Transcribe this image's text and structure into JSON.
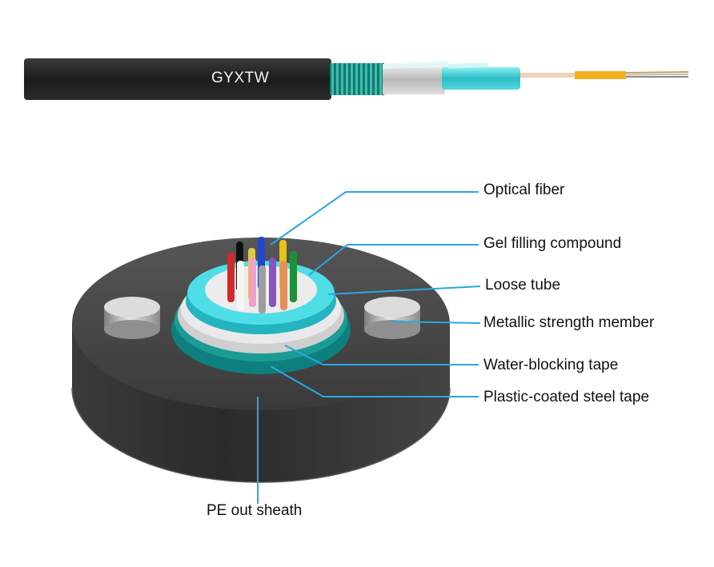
{
  "cable": {
    "model": "GYXTW"
  },
  "labels": {
    "optical_fiber": "Optical fiber",
    "gel_filling": "Gel filling compound",
    "loose_tube": "Loose tube",
    "strength_member": "Metallic strength member",
    "water_blocking": "Water-blocking tape",
    "steel_tape": "Plastic-coated steel tape",
    "pe_sheath": "PE out sheath"
  },
  "colors": {
    "sheath": "#2e2e2e",
    "loose_tube": "#3fd3dc",
    "steel_tape": "#0e7f7f",
    "water_blocking": "#d4d4d4",
    "leader_line": "#2aa7e0",
    "fibers": [
      "#d62828",
      "#f5f5f5",
      "#111111",
      "#2447c8",
      "#e9c21a",
      "#f3a0c6",
      "#9e9e9e",
      "#8a52c2",
      "#1f8f3a",
      "#e58f5c"
    ]
  }
}
